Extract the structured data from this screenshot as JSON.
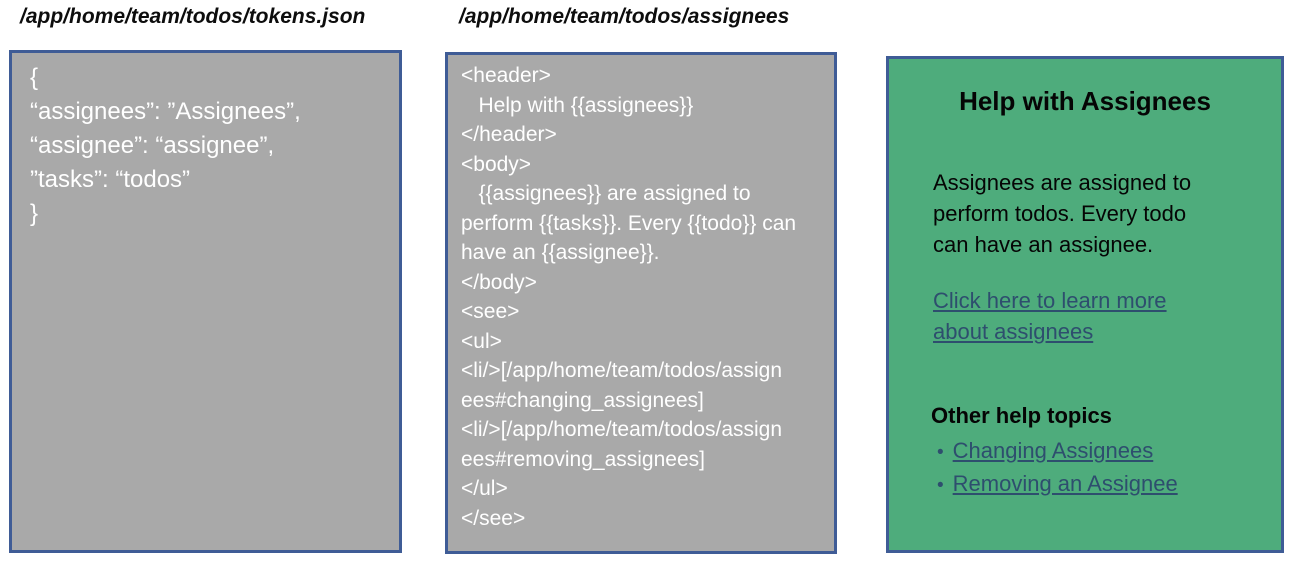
{
  "panels": {
    "tokens": {
      "title": "/app/home/team/todos/tokens.json",
      "lines": [
        "{",
        "“assignees”: ”Assignees”,",
        "“assignee”: “assignee”,",
        "”tasks”: “todos”",
        "}"
      ]
    },
    "template": {
      "title": "/app/home/team/todos/assignees",
      "lines": [
        "<header>",
        "   Help with {{assignees}}",
        "</header>",
        "<body>",
        "   {{assignees}} are assigned to",
        "perform {{tasks}}. Every {{todo}} can",
        "have an {{assignee}}.",
        "</body>",
        "<see>",
        "<ul>",
        "<li/>[/app/home/team/todos/assign",
        "ees#changing_assignees]",
        "<li/>[/app/home/team/todos/assign",
        "ees#removing_assignees]",
        "</ul>",
        "</see>"
      ]
    },
    "rendered": {
      "heading": "Help with Assignees",
      "body": "Assignees are assigned to perform todos. Every todo can have an assignee.",
      "learn_more_link": "Click here to learn more about assignees",
      "other_topics_heading": "Other help topics",
      "bullet_glyph": "•",
      "topic_links": [
        "Changing Assignees",
        "Removing an Assignee"
      ]
    }
  },
  "colors": {
    "panel_gray": "#A9A9A9",
    "panel_green": "#4EAC7C",
    "border_blue": "#3F5C96",
    "link_navy": "#2E4E6E",
    "code_text": "#FFFFFF"
  }
}
